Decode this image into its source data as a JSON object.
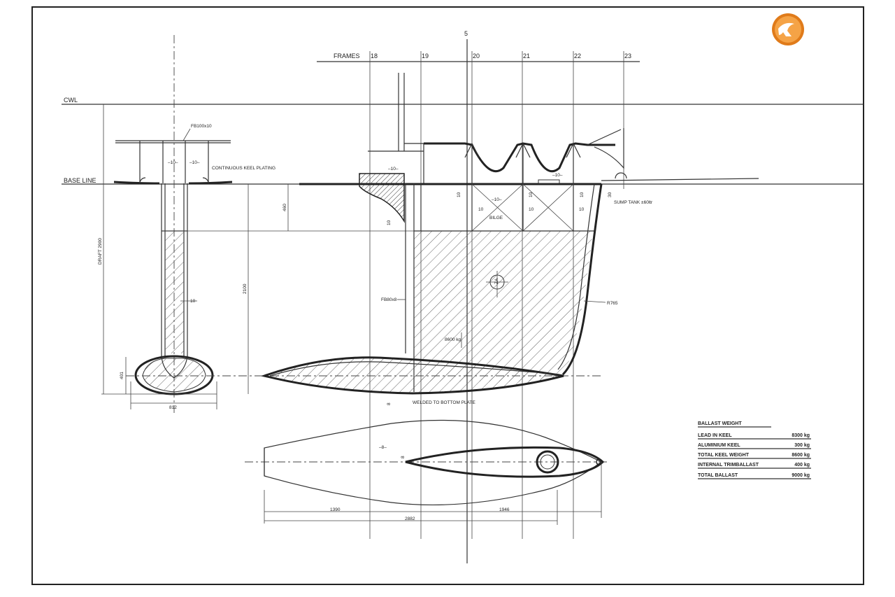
{
  "drawing": {
    "labels": {
      "frames": "FRAMES",
      "cwl": "CWL",
      "base_line": "BASE LINE",
      "draft": "DRAFT 2900",
      "fb100": "FB100x10",
      "continuous_keel_plating": "CONTINUOUS KEEL PLATING",
      "fb80": "FB80x8",
      "bilge": "BILGE",
      "sump_tank": "SUMP TANK ±60ltr",
      "r765": "R765",
      "weight_8600": "8600 kg",
      "welded": "WELDED TO BOTTOM PLATE",
      "za": "ZA",
      "section_number": "5"
    },
    "frame_numbers": [
      "18",
      "19",
      "20",
      "21",
      "22",
      "23"
    ],
    "dimensions": {
      "d460": "460",
      "d2100": "2100",
      "d401": "401",
      "d812": "812",
      "d1390": "1390",
      "d1946": "1946",
      "d2882": "2882",
      "plate10": "10",
      "plate8": "8",
      "plate30": "30",
      "plate_mark_10": "–10–",
      "plate_mark_8": "–8–"
    }
  },
  "ballast_table": {
    "title": "BALLAST WEIGHT",
    "rows": [
      {
        "label": "LEAD IN KEEL",
        "value": "8300 kg"
      },
      {
        "label": "ALUMINIUM KEEL",
        "value": "300 kg"
      },
      {
        "label": "TOTAL KEEL WEIGHT",
        "value": "8600 kg"
      },
      {
        "label": "INTERNAL TRIMBALLAST",
        "value": "400 kg"
      },
      {
        "label": "TOTAL BALLAST",
        "value": "9000 kg"
      }
    ]
  },
  "colors": {
    "logo_outer": "#e07b1a",
    "logo_inner": "#f5a346",
    "line": "#222222"
  },
  "icons": {
    "logo": "brand-logo-icon"
  }
}
